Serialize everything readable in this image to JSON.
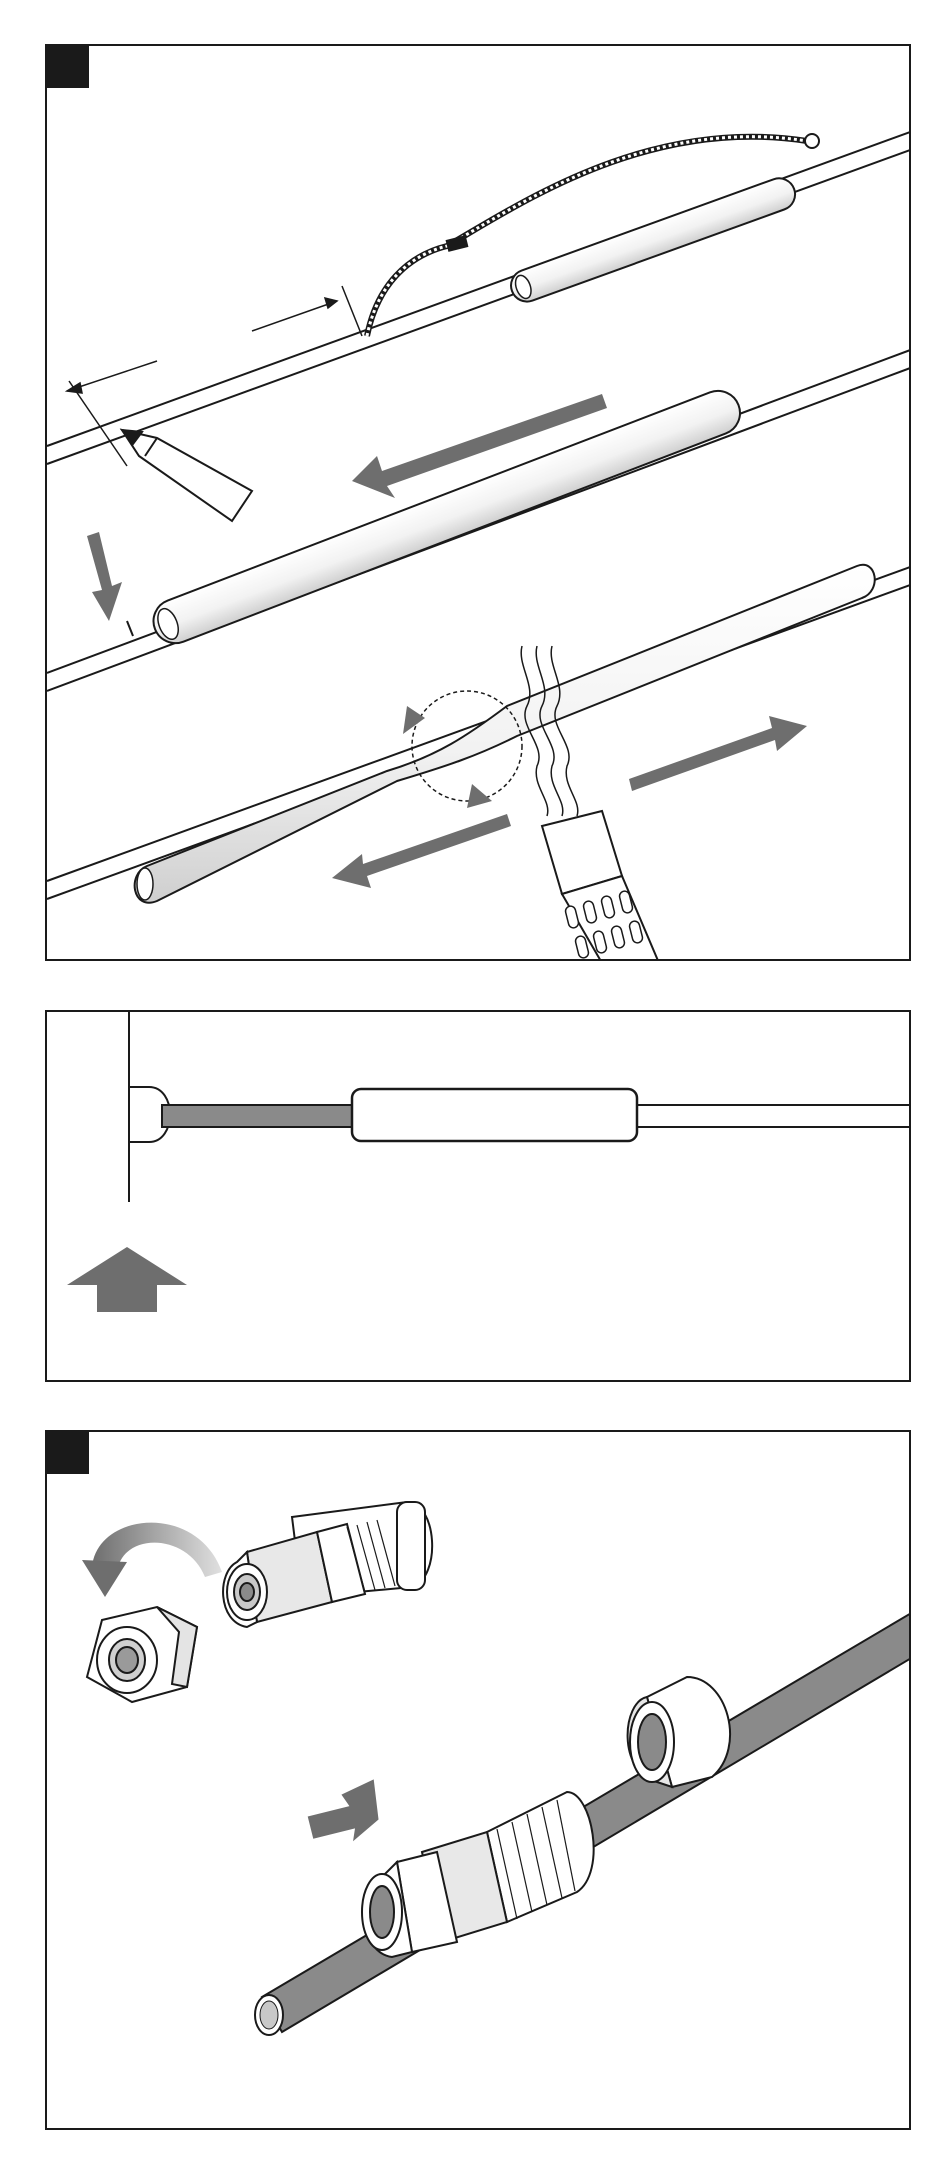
{
  "palette": {
    "ink": "#1a1a1a",
    "arrow_grey": "#6e6e6e",
    "cable_grey": "#8a8a8a",
    "light_grey": "#c8c8c8",
    "paper": "#ffffff"
  },
  "panels": [
    {
      "id": "step-1",
      "has_step_marker": true,
      "icons": [
        "pencil-icon",
        "braided-sleeve-icon",
        "heat-shrink-tube-icon",
        "heat-gun-icon",
        "rotate-icon",
        "direction-arrow-icon"
      ]
    },
    {
      "id": "cable-entry-detail",
      "has_step_marker": false,
      "icons": [
        "up-arrow-icon",
        "wall-icon",
        "sleeve-icon"
      ]
    },
    {
      "id": "step-2",
      "has_step_marker": true,
      "icons": [
        "rotate-icon",
        "cap-nut-icon",
        "cable-gland-icon",
        "direction-arrow-icon",
        "cable-icon"
      ]
    }
  ]
}
